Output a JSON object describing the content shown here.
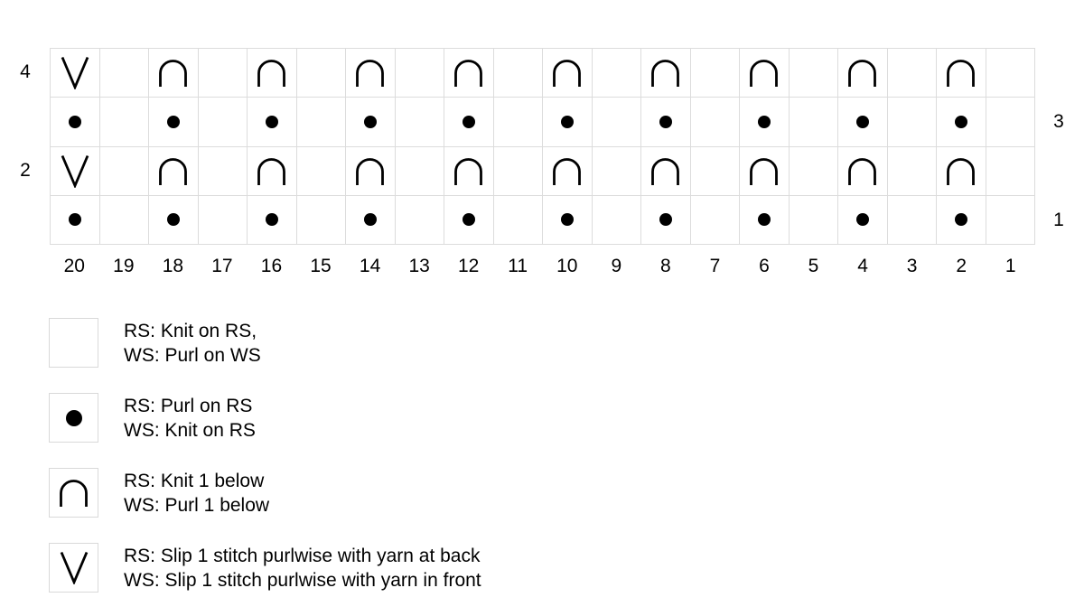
{
  "colors": {
    "background": "#ffffff",
    "grid_line": "#dcdcdc",
    "legend_border": "#d9d9d9",
    "symbol": "#000000",
    "text": "#000000"
  },
  "chart": {
    "type": "knitting-stitch-grid",
    "columns": [
      "20",
      "19",
      "18",
      "17",
      "16",
      "15",
      "14",
      "13",
      "12",
      "11",
      "10",
      "9",
      "8",
      "7",
      "6",
      "5",
      "4",
      "3",
      "2",
      "1"
    ],
    "rows": [
      {
        "number": "4",
        "label_side": "left",
        "cells": [
          "slip",
          "",
          "k1b",
          "",
          "k1b",
          "",
          "k1b",
          "",
          "k1b",
          "",
          "k1b",
          "",
          "k1b",
          "",
          "k1b",
          "",
          "k1b",
          "",
          "k1b",
          ""
        ]
      },
      {
        "number": "3",
        "label_side": "right",
        "cells": [
          "purl",
          "",
          "purl",
          "",
          "purl",
          "",
          "purl",
          "",
          "purl",
          "",
          "purl",
          "",
          "purl",
          "",
          "purl",
          "",
          "purl",
          "",
          "purl",
          ""
        ]
      },
      {
        "number": "2",
        "label_side": "left",
        "cells": [
          "slip",
          "",
          "k1b",
          "",
          "k1b",
          "",
          "k1b",
          "",
          "k1b",
          "",
          "k1b",
          "",
          "k1b",
          "",
          "k1b",
          "",
          "k1b",
          "",
          "k1b",
          ""
        ]
      },
      {
        "number": "1",
        "label_side": "right",
        "cells": [
          "purl",
          "",
          "purl",
          "",
          "purl",
          "",
          "purl",
          "",
          "purl",
          "",
          "purl",
          "",
          "purl",
          "",
          "purl",
          "",
          "purl",
          "",
          "purl",
          ""
        ]
      }
    ]
  },
  "legend": [
    {
      "symbol": "knit",
      "line1": "RS: Knit on RS,",
      "line2": "WS: Purl on WS"
    },
    {
      "symbol": "purl",
      "line1": "RS: Purl on RS",
      "line2": "WS: Knit on RS"
    },
    {
      "symbol": "k1b",
      "line1": "RS: Knit 1 below",
      "line2": "WS: Purl 1 below"
    },
    {
      "symbol": "slip",
      "line1": "RS: Slip 1 stitch purlwise with yarn at back",
      "line2": "WS: Slip 1 stitch purlwise with yarn in front"
    }
  ]
}
